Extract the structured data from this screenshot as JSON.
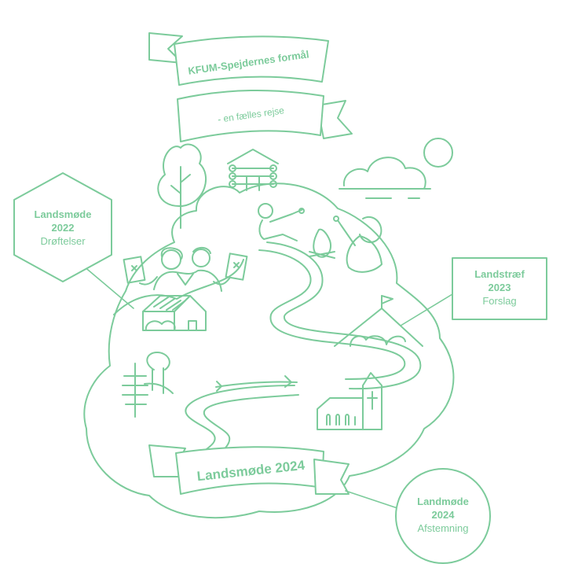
{
  "colors": {
    "accent": "#7ccb9b",
    "background": "#ffffff"
  },
  "banners": {
    "top_title": "KFUM-Spejdernes formål",
    "top_subtitle": "- en fælles rejse",
    "bottom_title": "Landsmøde 2024"
  },
  "milestones": {
    "m2022": {
      "title": "Landsmøde",
      "year": "2022",
      "label": "Drøftelser"
    },
    "m2023": {
      "title": "Landstræf",
      "year": "2023",
      "label": "Forslag"
    },
    "m2024": {
      "title": "Landmøde",
      "year": "2024",
      "label": "Afstemning"
    }
  },
  "icons": [
    "tree-icon",
    "cabin-icon",
    "cloud-icon",
    "sun-icon",
    "campfire-icon",
    "church-icon",
    "tent-icon",
    "house-icon",
    "flag-icon"
  ]
}
